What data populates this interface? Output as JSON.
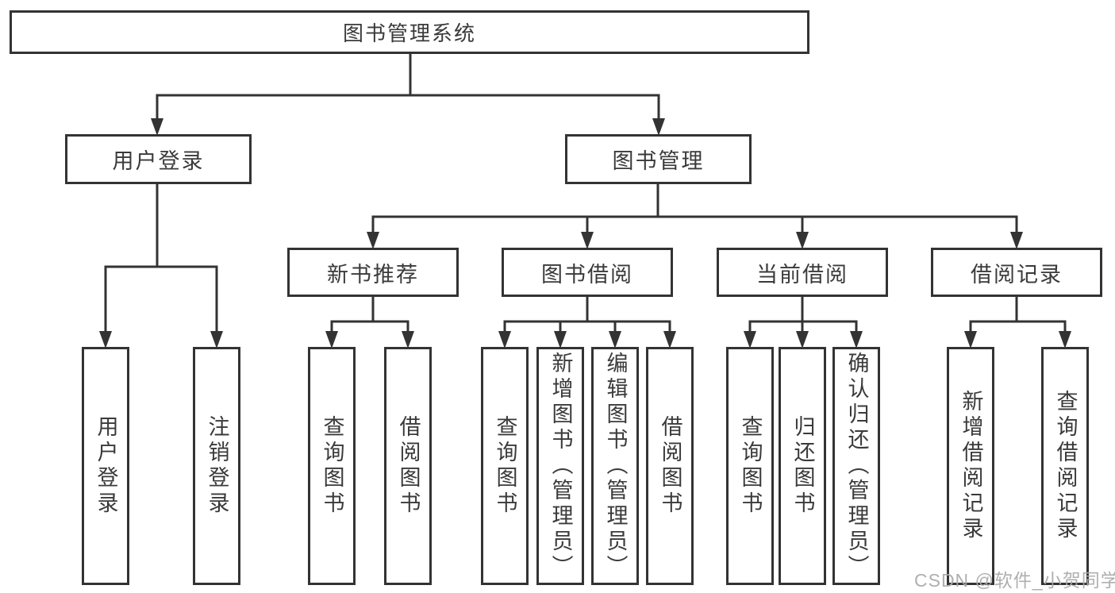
{
  "diagram": {
    "root": {
      "label": "图书管理系统"
    },
    "level2": [
      {
        "label": "用户登录"
      },
      {
        "label": "图书管理"
      }
    ],
    "level3": [
      {
        "label": "新书推荐"
      },
      {
        "label": "图书借阅"
      },
      {
        "label": "当前借阅"
      },
      {
        "label": "借阅记录"
      }
    ],
    "leaves": {
      "user_login": [
        {
          "label": "用户登录"
        },
        {
          "label": "注销登录"
        }
      ],
      "new_book_rec": [
        {
          "label": "查询图书"
        },
        {
          "label": "借阅图书"
        }
      ],
      "book_borrow": [
        {
          "label": "查询图书"
        },
        {
          "label": "新增图书（管理员）"
        },
        {
          "label": "编辑图书（管理员）"
        },
        {
          "label": "借阅图书"
        }
      ],
      "current_borrow": [
        {
          "label": "查询图书"
        },
        {
          "label": "归还图书"
        },
        {
          "label": "确认归还（管理员）"
        }
      ],
      "borrow_records": [
        {
          "label": "新增借阅记录"
        },
        {
          "label": "查询借阅记录"
        }
      ]
    },
    "watermark": "CSDN @软件_小贺同学",
    "colors": {
      "line": "#333333",
      "box_border": "#333333",
      "text": "#3a3a3a",
      "watermark": "#a8a8a8",
      "background": "#ffffff"
    }
  }
}
